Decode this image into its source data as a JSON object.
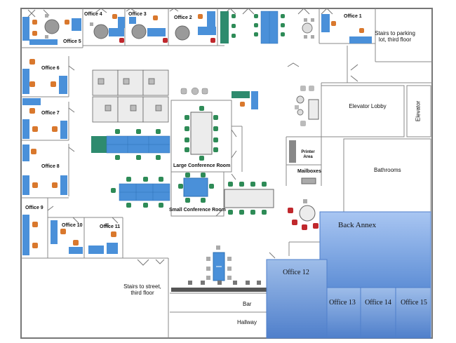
{
  "offices": {
    "office1": "Office 1",
    "office2": "Office 2",
    "office3": "Office 3",
    "office4": "Office 4",
    "office5": "Office 5",
    "office6": "Office 6",
    "office7": "Office 7",
    "office8": "Office 8",
    "office9": "Office 9",
    "office10": "Office 10",
    "office11": "Office 11",
    "office12": "Office 12",
    "office13": "Office 13",
    "office14": "Office 14",
    "office15": "Office 15"
  },
  "areas": {
    "stairs_parking": "Stairs to parking lot, third floor",
    "elevator_lobby": "Elevator Lobby",
    "elevator": "Elevator",
    "printer_area": "Printer Area",
    "mailboxes": "Mailboxes",
    "bathrooms": "Bathrooms",
    "large_conference": "Large Conference Room",
    "small_conference": "Small Conference Room",
    "back_annex": "Back Annex",
    "stairs_street": "Stairs to street, third floor",
    "bar": "Bar",
    "hallway": "Hallway"
  },
  "colors": {
    "wall": "#777777",
    "desk_blue": "#4a90d9",
    "desk_teal": "#2e8b6e",
    "chair_orange": "#d9782d",
    "chair_green": "#2e8b57",
    "chair_red": "#c0282d",
    "chair_gray": "#9a9a9a",
    "annex_fill": "#8fb3e8",
    "annex_dark": "#5e88cc"
  }
}
